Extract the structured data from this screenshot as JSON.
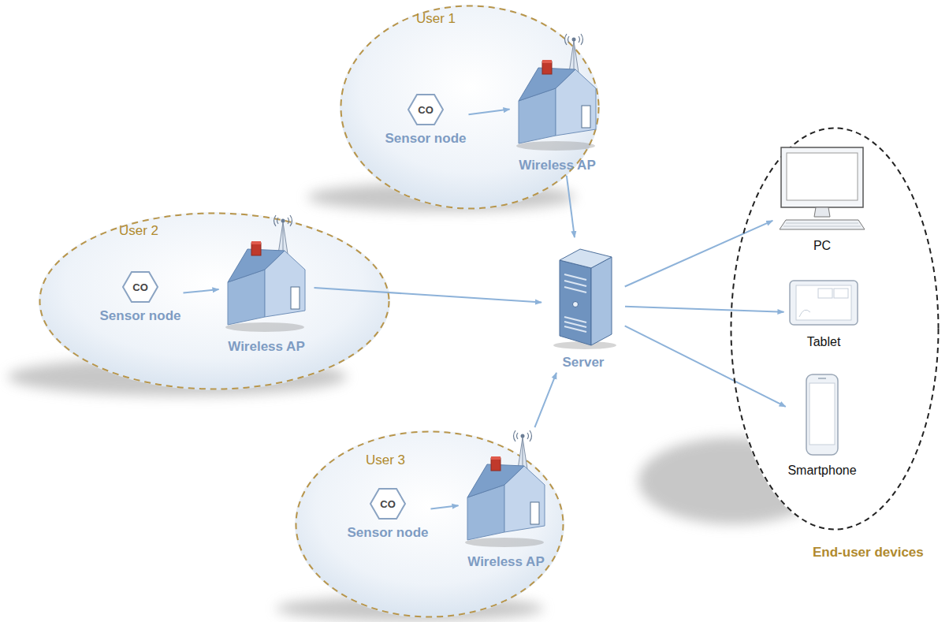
{
  "diagram": {
    "nodes": [
      {
        "text": [
          "User 1"
        ]
      },
      {
        "text": [
          "CO",
          "Sensor node"
        ],
        "in": 0
      },
      {
        "text": [
          "Wireless AP"
        ],
        "in": 0
      },
      {
        "text": [
          "User 2"
        ]
      },
      {
        "text": [
          "CO",
          "Sensor node"
        ],
        "in": 3
      },
      {
        "text": [
          "Wireless AP"
        ],
        "in": 3
      },
      {
        "text": [
          "Server"
        ]
      },
      {
        "text": [
          "End-user devices"
        ]
      },
      {
        "text": [
          "PC"
        ],
        "in": 7
      },
      {
        "text": [
          "Tablet"
        ],
        "in": 7
      },
      {
        "text": [
          "Smartphone"
        ],
        "in": 7
      },
      {
        "text": [
          "User 3"
        ]
      },
      {
        "text": [
          "CO",
          "Sensor node"
        ],
        "in": 11
      },
      {
        "text": [
          "Wireless AP"
        ],
        "in": 11
      }
    ],
    "edges": [
      {
        "from": 1,
        "to": 2,
        "arrow": "to"
      },
      {
        "from": 2,
        "to": 6,
        "arrow": "to"
      },
      {
        "from": 4,
        "to": 5,
        "arrow": "to"
      },
      {
        "from": 5,
        "to": 6,
        "arrow": "to"
      },
      {
        "from": 12,
        "to": 13,
        "arrow": "to"
      },
      {
        "from": 13,
        "to": 6,
        "arrow": "to"
      },
      {
        "from": 6,
        "to": 8,
        "arrow": "to"
      },
      {
        "from": 6,
        "to": 9,
        "arrow": "to"
      },
      {
        "from": 6,
        "to": 10,
        "arrow": "to"
      }
    ]
  }
}
